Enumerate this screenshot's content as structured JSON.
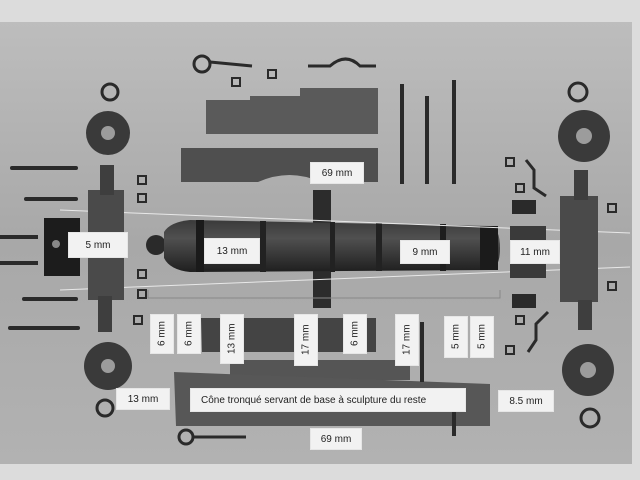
{
  "labels": {
    "barrel_end_left": "5 mm",
    "barrel_rear": "13 mm",
    "barrel_front": "9 mm",
    "barrel_muzzle": "11 mm",
    "top_plate": "69 mm",
    "bottom_plate": "69 mm",
    "wheel_left": "13 mm",
    "wheel_right": "8.5 mm",
    "base_caption": "Cône tronqué servant de base à sculpture du reste",
    "seg1": "6 mm",
    "seg2": "6 mm",
    "seg3": "13 mm",
    "seg4": "17 mm",
    "seg5": "6 mm",
    "seg6": "17 mm",
    "seg7": "5 mm",
    "seg8": "5 mm"
  },
  "colors": {
    "background": "#d9d9d9",
    "table": "#a9a9a9",
    "parts": "#4a4a4a",
    "parts_dark": "#2b2b2b",
    "label_bg": "#f2f2f2"
  }
}
